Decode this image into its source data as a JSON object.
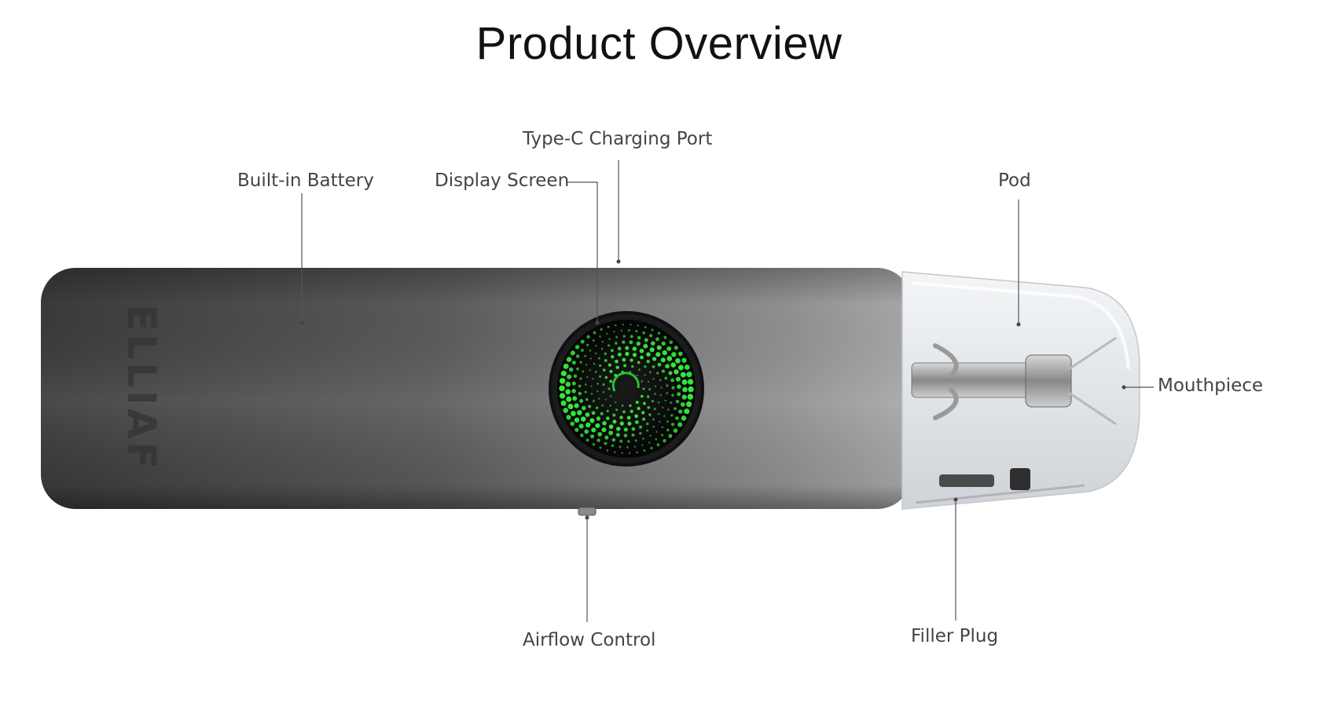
{
  "title": "Product Overview",
  "device": {
    "brand_mark": "ELLIAF"
  },
  "labels": {
    "type_c_port": "Type-C  Charging Port",
    "built_in_battery": "Built-in Battery",
    "display_screen": "Display Screen",
    "pod": "Pod",
    "mouthpiece": "Mouthpiece",
    "airflow_control": "Airflow Control",
    "filler_plug": "Filler Plug"
  },
  "colors": {
    "body_dark": "#3c3c3e",
    "body_light": "#9a9a9c",
    "screen_green": "#36e83a",
    "pod_clear": "#e8ebee",
    "leader_line": "#555555"
  }
}
